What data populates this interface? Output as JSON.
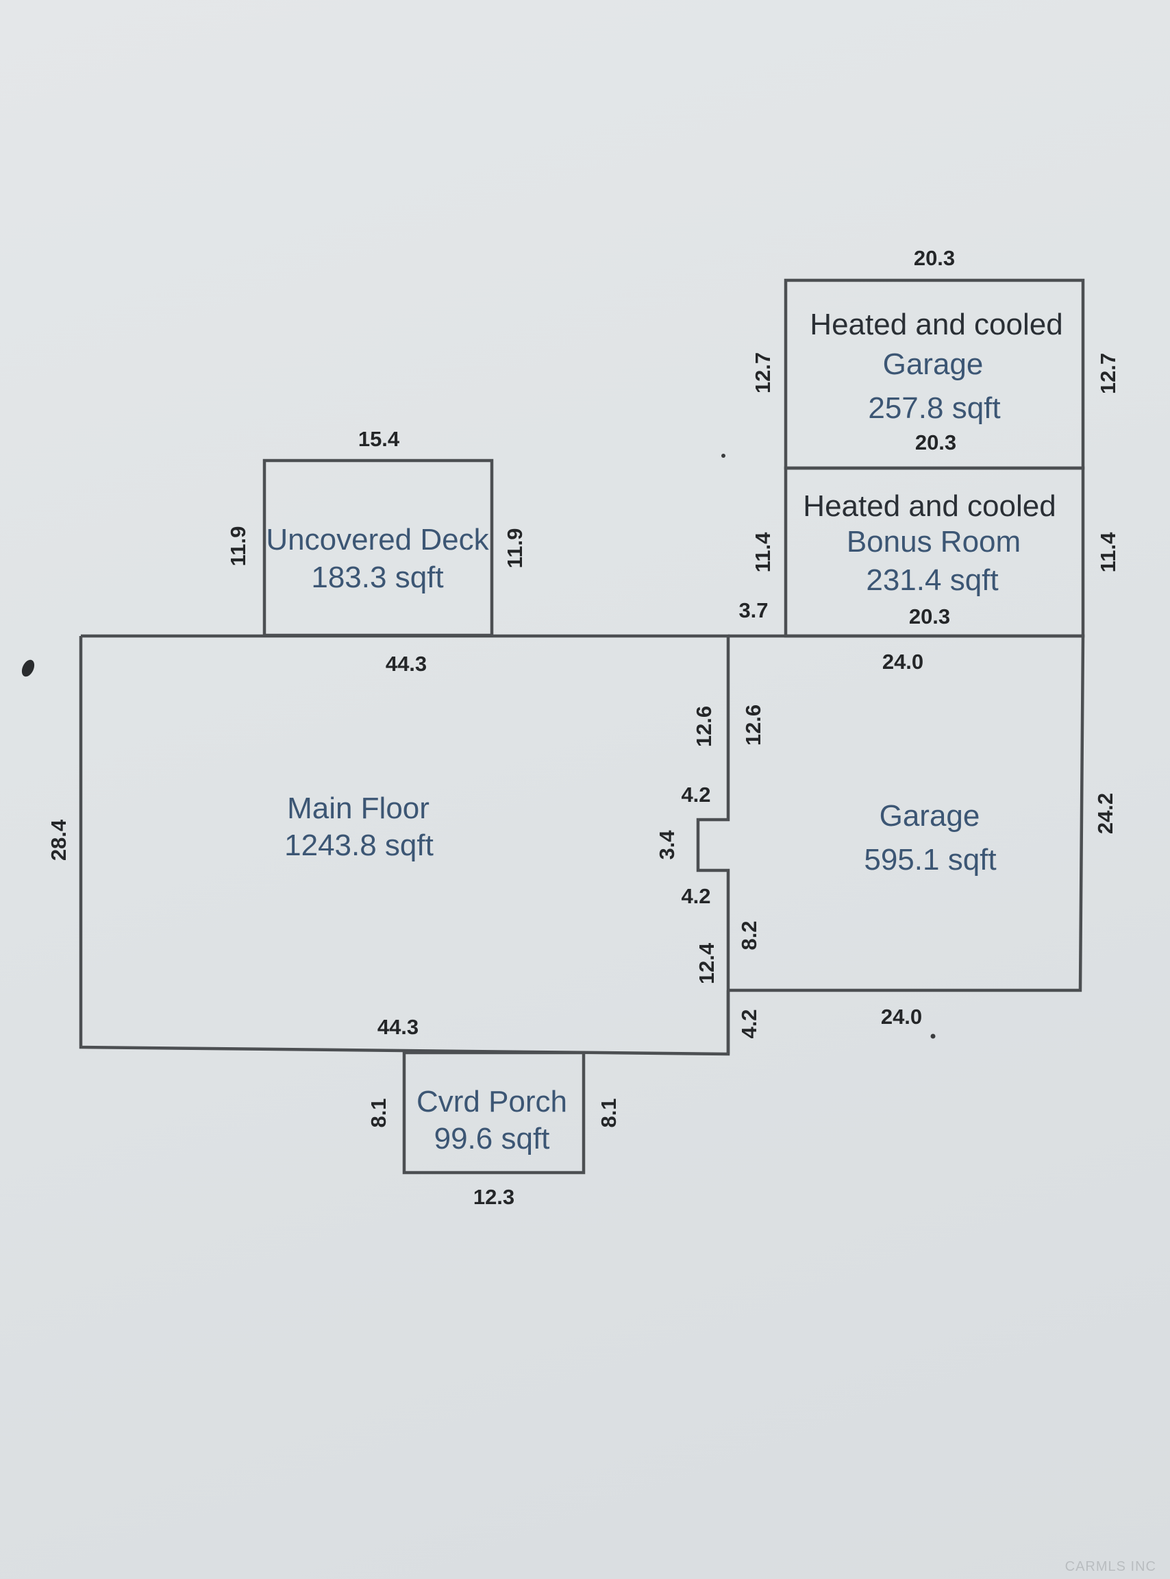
{
  "rooms": {
    "main_floor": {
      "name": "Main Floor",
      "area": "1243.8 sqft"
    },
    "uncovered_deck": {
      "name": "Uncovered Deck",
      "area": "183.3 sqft"
    },
    "garage": {
      "name": "Garage",
      "area": "595.1 sqft"
    },
    "upper_garage": {
      "qualifier": "Heated and cooled",
      "name": "Garage",
      "area": "257.8 sqft"
    },
    "bonus_room": {
      "qualifier": "Heated and cooled",
      "name": "Bonus Room",
      "area": "231.4 sqft"
    },
    "covered_porch": {
      "name": "Cvrd Porch",
      "area": "99.6 sqft"
    }
  },
  "dimensions": {
    "upper_garage_top": "20.3",
    "upper_garage_left": "12.7",
    "upper_garage_right": "12.7",
    "upper_garage_bottom": "20.3",
    "deck_top": "15.4",
    "deck_left": "11.9",
    "deck_right": "11.9",
    "bonus_left": "11.4",
    "bonus_right": "11.4",
    "bonus_bottom": "20.3",
    "bonus_offset": "3.7",
    "main_top": "44.3",
    "main_left": "28.4",
    "main_bottom": "44.3",
    "main_right_upper": "12.6",
    "garage_left_upper": "12.6",
    "notch_top": "4.2",
    "notch_depth": "3.4",
    "notch_bottom": "4.2",
    "main_right_lower": "12.4",
    "garage_left_lower": "8.2",
    "main_right_offset": "4.2",
    "garage_top": "24.0",
    "garage_right": "24.2",
    "garage_bottom": "24.0",
    "porch_left": "8.1",
    "porch_right": "8.1",
    "porch_bottom": "12.3"
  },
  "watermark": "CARMLS INC"
}
